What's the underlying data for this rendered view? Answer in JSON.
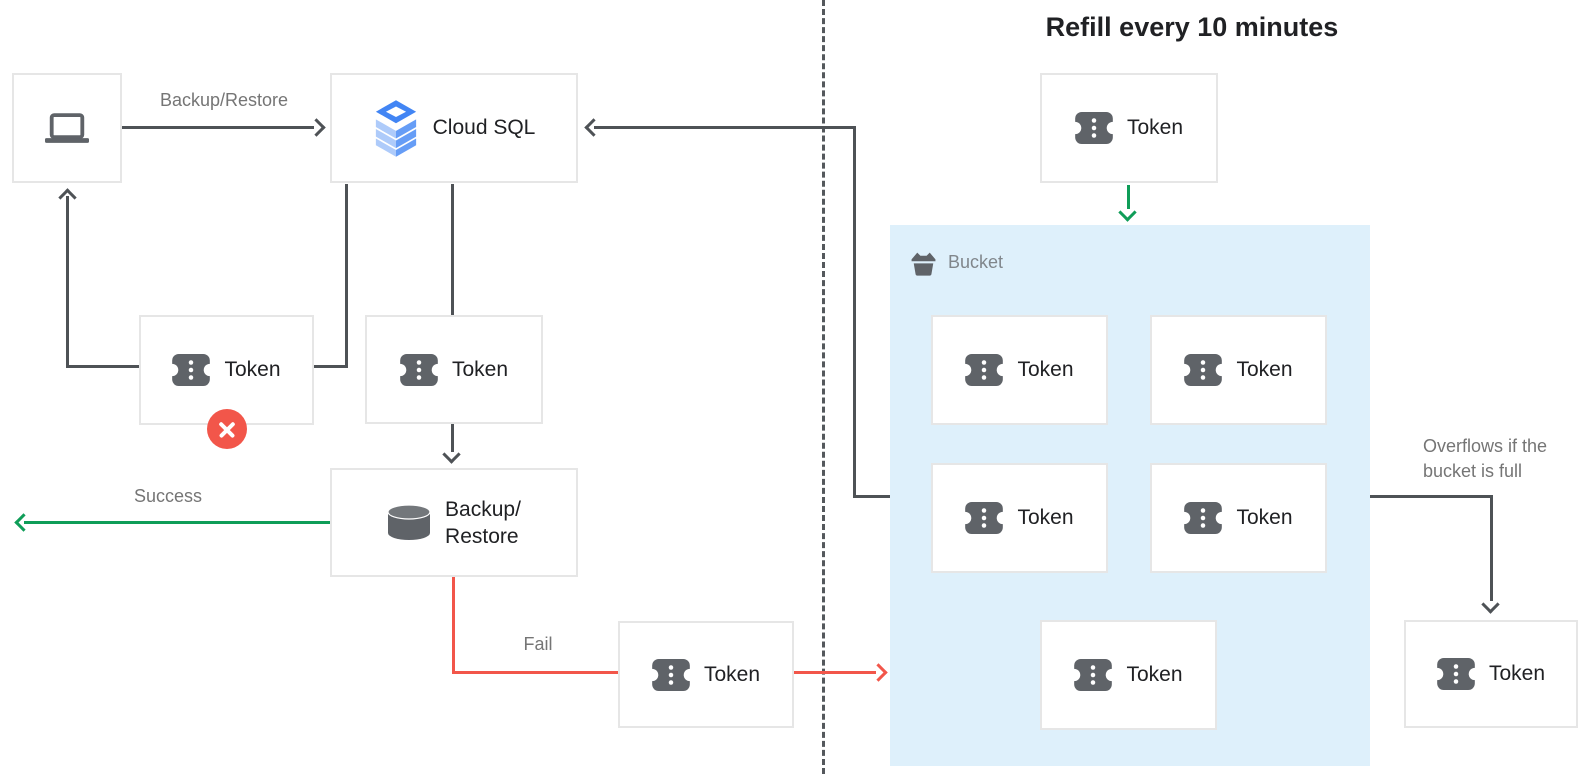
{
  "diagram": {
    "title": "Refill every 10 minutes",
    "nodes": {
      "cloud_sql_label": "Cloud SQL",
      "token_label": "Token",
      "backup_restore_line1": "Backup/",
      "backup_restore_line2": "Restore",
      "bucket_label": "Bucket"
    },
    "edge_labels": {
      "backup_restore": "Backup/Restore",
      "success": "Success",
      "fail": "Fail",
      "overflow_line1": "Overflows if the",
      "overflow_line2": "bucket is full"
    },
    "colors": {
      "line_dark": "#4e5256",
      "success_green": "#0f9d58",
      "fail_red": "#f2564a",
      "bucket_fill": "#def0fb",
      "reject_badge_red": "#f2564a",
      "cloud_sql_blue": "#4285f4",
      "icon_gray": "#5f6368",
      "label_gray": "#757575"
    }
  }
}
